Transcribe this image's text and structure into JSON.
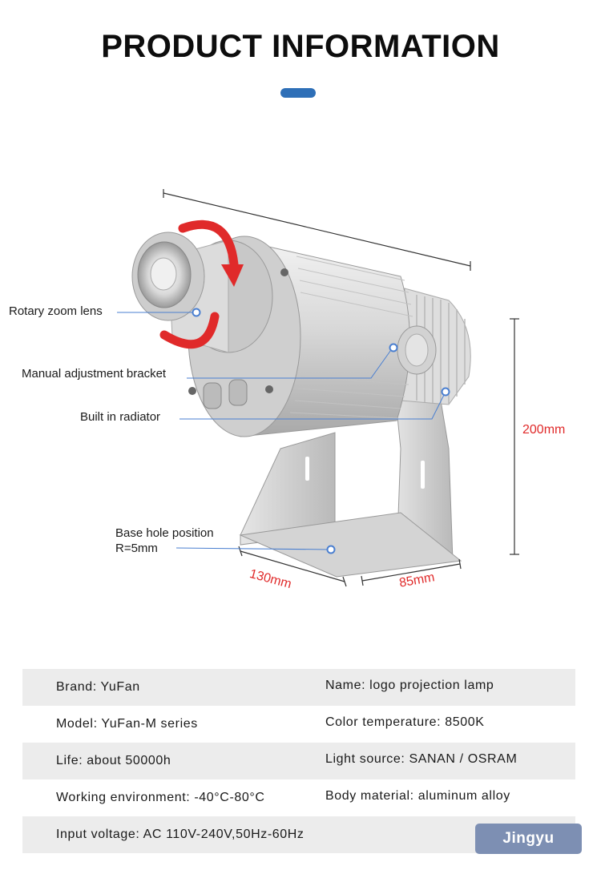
{
  "header": {
    "title": "PRODUCT INFORMATION",
    "accent_color": "#2e6fb7"
  },
  "diagram": {
    "callouts": {
      "lens": "Rotary zoom lens",
      "bracket": "Manual adjustment bracket",
      "radiator": "Built in radiator",
      "base_line1": "Base hole position",
      "base_line2": "R=5mm"
    },
    "dimensions": {
      "height": "200mm",
      "width": "130mm",
      "depth": "85mm"
    },
    "dimension_color": "#e02a2a"
  },
  "specs": {
    "rows": [
      {
        "left": "Brand: YuFan",
        "right": "Name: logo projection lamp"
      },
      {
        "left": "Model: YuFan-M series",
        "right": "Color temperature: 8500K"
      },
      {
        "left": "Life: about 50000h",
        "right": "Light source: SANAN / OSRAM"
      },
      {
        "left": "Working environment: -40°C-80°C",
        "right": "Body material: aluminum alloy"
      },
      {
        "left": "Input voltage: AC 110V-240V,50Hz-60Hz",
        "right": ""
      }
    ]
  },
  "watermark": "Jingyu"
}
